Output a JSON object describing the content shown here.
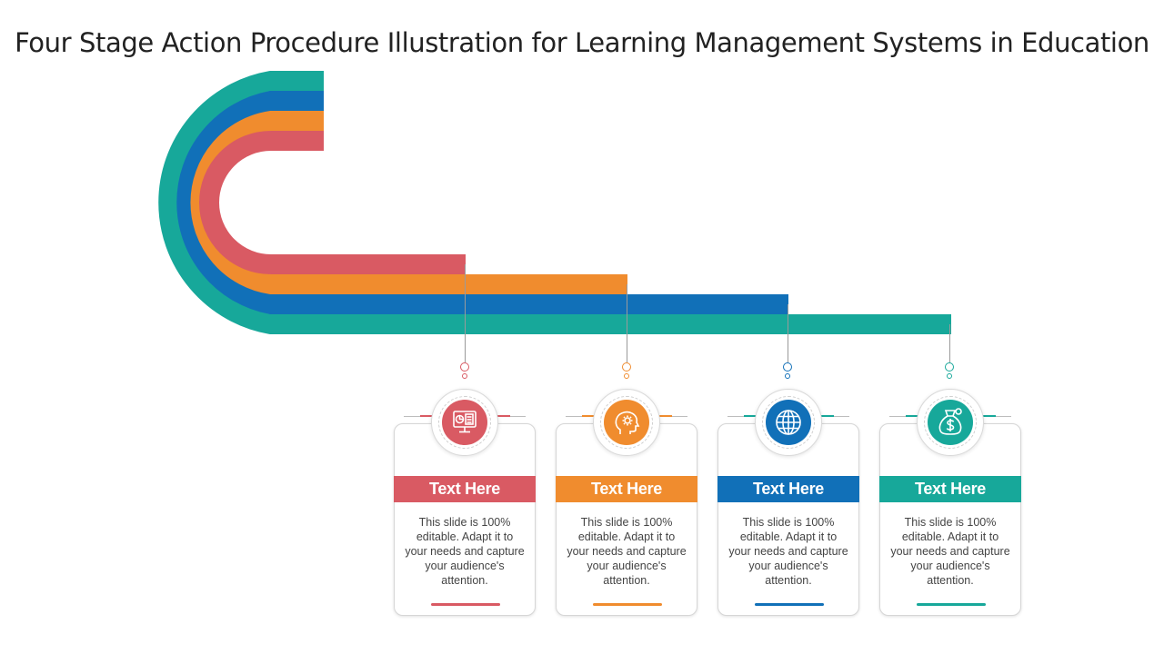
{
  "slide": {
    "title": "Four Stage Action Procedure Illustration  for Learning Management Systems in Education"
  },
  "stages": [
    {
      "heading": "Text Here",
      "body": "This slide is 100% editable. Adapt it to your needs and capture your audience's attention.",
      "color": "#d95a63",
      "icon": "presentation-monitor-icon"
    },
    {
      "heading": "Text Here",
      "body": "This slide is 100% editable. Adapt it to your needs and capture your audience's attention.",
      "color": "#f08c2e",
      "icon": "head-gear-icon"
    },
    {
      "heading": "Text Here",
      "body": "This slide is 100% editable. Adapt it to your needs and capture your audience's attention.",
      "color": "#1170b8",
      "icon": "globe-icon"
    },
    {
      "heading": "Text Here",
      "body": "This slide is 100% editable. Adapt it to your needs and capture your audience's attention.",
      "color": "#17a89a",
      "icon": "money-bag-icon"
    }
  ]
}
